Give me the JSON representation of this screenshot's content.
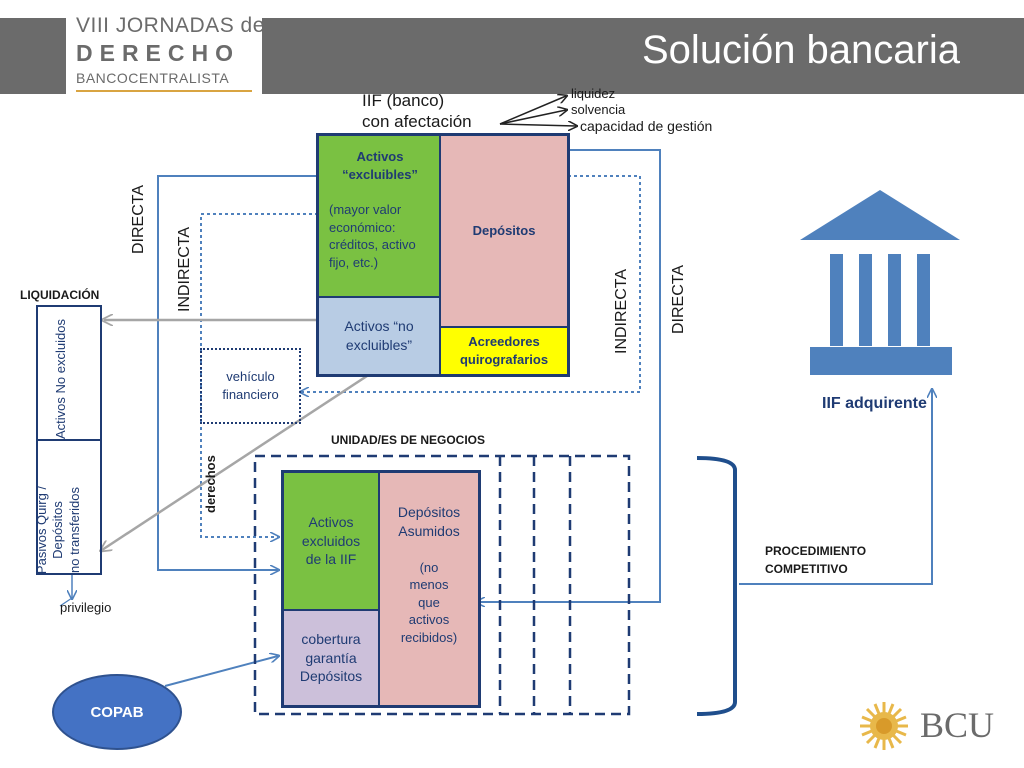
{
  "header": {
    "logo_line1": "VIII JORNADAS de",
    "logo_line2": "DERECHO",
    "logo_line3": "BANCOCENTRALISTA",
    "title": "Solución bancaria"
  },
  "iif_banco": {
    "line1": "IIF (banco)",
    "line2": "con afectación"
  },
  "afectacion_items": [
    "liquidez",
    "solvencia",
    "capacidad de gestión"
  ],
  "bank_balance": {
    "activos_excluibles_title": "Activos “excluibles”",
    "activos_excluibles_detail": "(mayor valor económico: créditos, activo fijo, etc.)",
    "depositos": "Depósitos",
    "activos_no_excluibles": "Activos “no excluibles”",
    "acreedores": "Acreedores quirografarios"
  },
  "labels": {
    "directa_left": "DIRECTA",
    "indirecta_left": "INDIRECTA",
    "indirecta_right": "INDIRECTA",
    "directa_right": "DIRECTA",
    "liquidacion": "LIQUIDACIÓN",
    "vehiculo": "vehículo financiero",
    "derechos": "derechos",
    "unidad": "UNIDAD/ES DE NEGOCIOS",
    "privilegio": "privilegio",
    "iif_adquirente": "IIF adquirente",
    "procedimiento": "PROCEDIMIENTO COMPETITIVO",
    "copab": "COPAB",
    "bcu": "BCU"
  },
  "liquidacion_box": {
    "top": "Activos No excluidos",
    "bottom_1": "Pasivos Quirg /",
    "bottom_2": "Depósitos",
    "bottom_3": "no transferidos"
  },
  "unidad_box": {
    "activos_excluidos": "Activos excluidos de la IIF",
    "depositos_asumidos": "Depósitos Asumidos",
    "depositos_note": "(no menos que activos recibidos)",
    "cobertura": "cobertura garantía Depósitos"
  },
  "colors": {
    "header_gray": "#6b6b6b",
    "green": "#7ac142",
    "pink": "#e6b8b7",
    "light_blue": "#b8cce4",
    "yellow": "#ffff00",
    "lavender": "#ccc0da",
    "arrow_blue": "#4f81bd",
    "navy": "#1f3b73",
    "copab_blue": "#4472c4"
  }
}
